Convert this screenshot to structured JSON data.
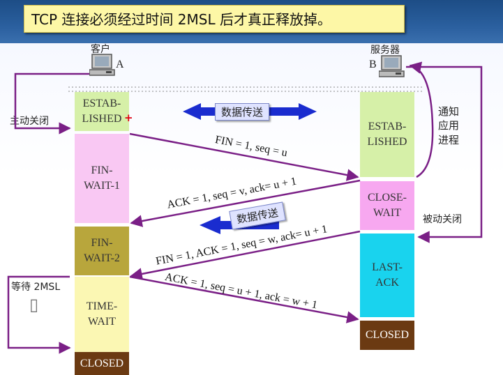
{
  "title": "TCP 连接必须经过时间 2MSL 后才真正释放掉。",
  "client": {
    "label": "客户",
    "letter": "A"
  },
  "server": {
    "label": "服务器",
    "letter": "B"
  },
  "client_states": [
    "ESTAB-\nLISHED",
    "FIN-\nWAIT-1",
    "FIN-\nWAIT-2",
    "TIME-\nWAIT",
    "CLOSED"
  ],
  "server_states": [
    "ESTAB-\nLISHED",
    "CLOSE-\nWAIT",
    "LAST-\nACK",
    "CLOSED"
  ],
  "plus_mark": "+",
  "active_close": "主动关闭",
  "passive_close": "被动关闭",
  "notify_app": "通知\n应用\n进程",
  "wait_2msl": "等待 2MSL",
  "timer_glyph": "▯",
  "data_transfer_1": "数据传送",
  "data_transfer_2": "数据传送",
  "messages": {
    "fin1": "FIN = 1, seq = u",
    "ack1": "ACK = 1, seq = v, ack= u + 1",
    "fin2": "FIN = 1, ACK = 1, seq = w, ack= u + 1",
    "ack2": "ACK = 1, seq = u + 1, ack = w + 1"
  },
  "colors": {
    "established": "#d6f0a8",
    "fin_wait_1": "#f9c8f3",
    "fin_wait_2": "#b8a63c",
    "time_wait": "#fbf7b3",
    "closed": "#6b3a12",
    "close_wait": "#f7a8f0",
    "last_ack": "#19d3ee",
    "arrow": "#7a1f86",
    "data_arrow": "#1a2ccf",
    "title_band": "#1d4d86",
    "title_box": "#fdf7a6"
  }
}
